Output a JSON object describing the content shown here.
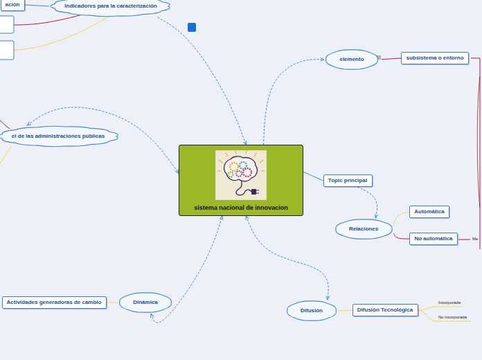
{
  "diagram": {
    "nodes": [
      {
        "text": [
          "sistema nacional de innovacion"
        ]
      },
      {
        "text": [
          "Indicadores para la caracterización"
        ]
      },
      {
        "text": [
          "ación"
        ]
      },
      {
        "text": [
          "el de las administraciones públicas"
        ]
      },
      {
        "text": [
          "elemento"
        ]
      },
      {
        "text": [
          "subsistema o entorno"
        ]
      },
      {
        "text": [
          "Topic principal"
        ]
      },
      {
        "text": [
          "Relaciones"
        ]
      },
      {
        "text": [
          "Automática"
        ]
      },
      {
        "text": [
          "No automática"
        ]
      },
      {
        "text": [
          "Dinámica"
        ]
      },
      {
        "text": [
          "Actividades generadoras de cambio"
        ]
      },
      {
        "text": [
          "Difusión"
        ]
      },
      {
        "text": [
          "Difusión Tecnológica"
        ]
      }
    ],
    "edges": [
      {
        "from": 1,
        "to": 0,
        "arrow": "to"
      },
      {
        "from": 3,
        "to": 0,
        "arrow": "both"
      },
      {
        "from": 0,
        "to": 4,
        "arrow": "to"
      },
      {
        "from": 0,
        "to": 6,
        "arrow": "none"
      },
      {
        "from": 6,
        "to": 7,
        "arrow": "to"
      },
      {
        "from": 0,
        "to": 12,
        "arrow": "both"
      },
      {
        "from": 10,
        "to": 0,
        "arrow": "both"
      },
      {
        "from": 1,
        "to": 2,
        "arrow": "none"
      },
      {
        "from": 4,
        "to": 5,
        "arrow": "none"
      },
      {
        "from": 7,
        "to": 8,
        "arrow": "none"
      },
      {
        "from": 7,
        "to": 9,
        "arrow": "none"
      },
      {
        "from": 12,
        "to": 13,
        "arrow": "none"
      },
      {
        "from": 10,
        "to": 11,
        "arrow": "none"
      }
    ],
    "labels": [
      "Me",
      "Incorporada",
      "No incorporada"
    ]
  }
}
